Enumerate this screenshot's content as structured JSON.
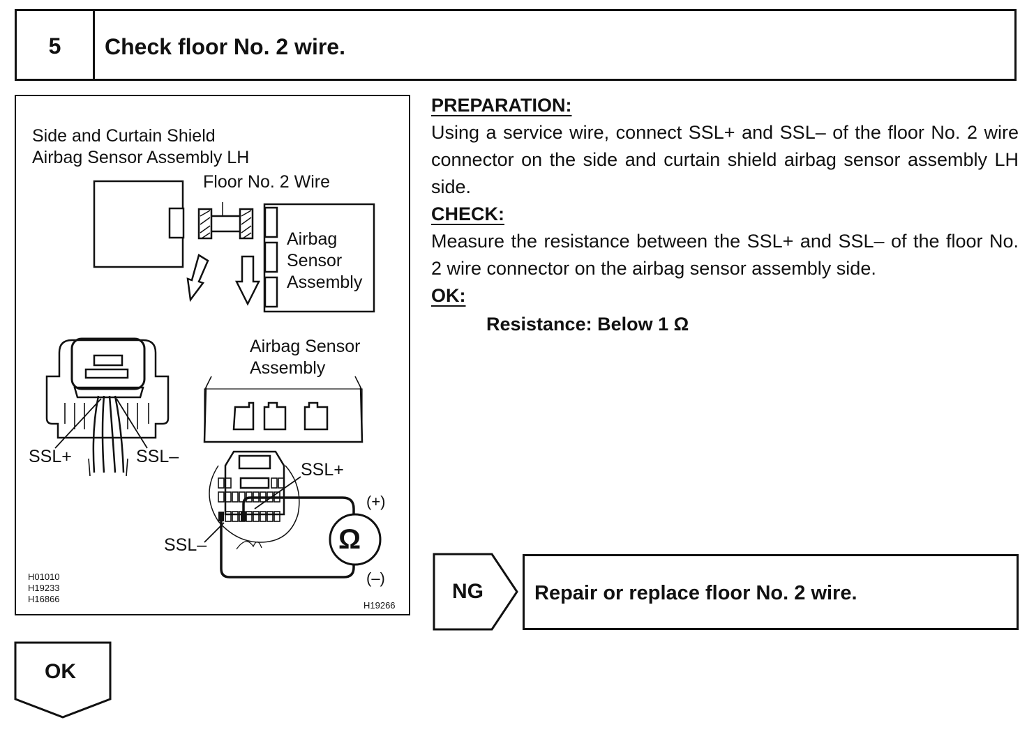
{
  "step": {
    "number": "5",
    "title": "Check floor No. 2 wire."
  },
  "figure": {
    "title_line1": "Side and Curtain Shield",
    "title_line2": "Airbag Sensor Assembly LH",
    "floor_wire_label": "Floor No. 2 Wire",
    "airbag_label_1": "Airbag",
    "airbag_label_2": "Sensor",
    "airbag_label_3": "Assembly",
    "ssl_plus_left": "SSL+",
    "ssl_minus_left": "SSL–",
    "asm_label_1": "Airbag Sensor",
    "asm_label_2": "Assembly",
    "ssl_plus_right": "SSL+",
    "ssl_minus_right": "SSL–",
    "plus_terminal": "(+)",
    "minus_terminal": "(–)",
    "ohm_symbol": "Ω",
    "codes": [
      "H01010",
      "H19233",
      "H16866"
    ],
    "fig_id": "H19266"
  },
  "instructions": {
    "prep_heading": "PREPARATION:",
    "prep_text": "Using a service wire, connect SSL+ and SSL– of the floor No. 2 wire connector on the side and curtain shield airbag sensor assembly LH side.",
    "check_heading": "CHECK:",
    "check_text": "Measure the resistance between the SSL+ and SSL– of the floor No. 2 wire connector on the airbag sensor assembly side.",
    "ok_heading": "OK:",
    "ok_spec": "Resistance: Below 1 Ω"
  },
  "flow": {
    "ng_label": "NG",
    "ng_action": "Repair or replace floor No. 2 wire.",
    "ok_label": "OK"
  }
}
